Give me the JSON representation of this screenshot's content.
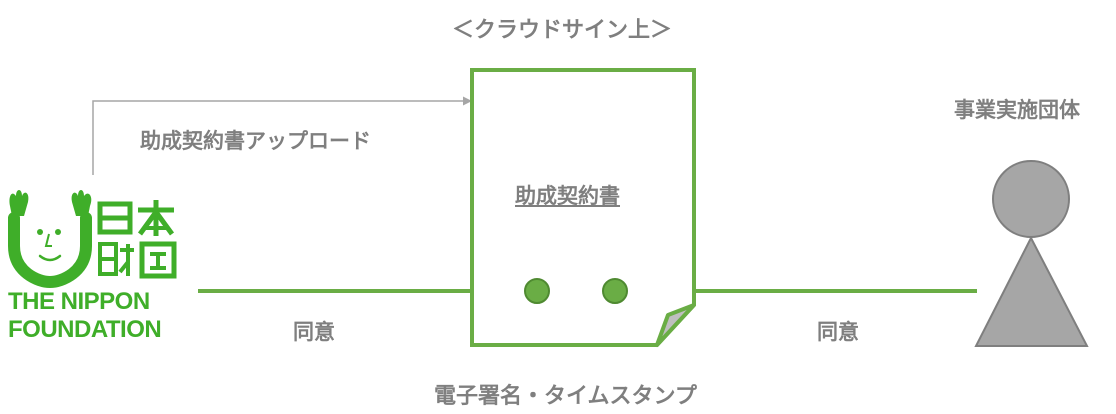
{
  "diagram": {
    "cloud_title": "＜クラウドサイン上＞",
    "upload_label": "助成契約書アップロード",
    "recipient_label": "事業実施団体",
    "document_title": "助成契約書",
    "agree_left": "同意",
    "agree_right": "同意",
    "stamp_label": "電子署名・タイムスタンプ"
  },
  "logo": {
    "en_line1": "THE NIPPON",
    "en_line2": "FOUNDATION",
    "jp_text": "日本財団"
  },
  "colors": {
    "green": "#6aad45",
    "gray_text": "#7f7f7f",
    "gray_shape": "#a6a6a6",
    "logo_green": "#3fae29"
  }
}
